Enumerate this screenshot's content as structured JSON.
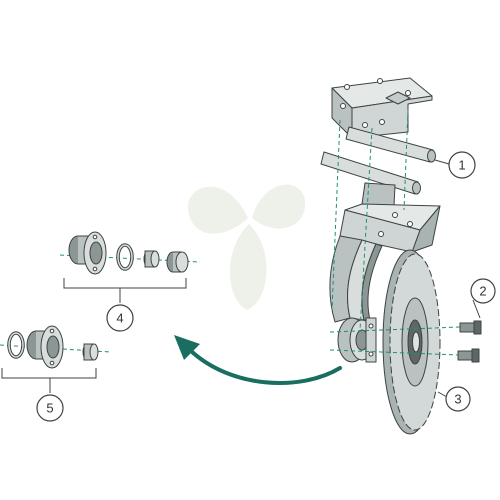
{
  "callouts": [
    {
      "id": "1",
      "label": "1"
    },
    {
      "id": "2",
      "label": "2"
    },
    {
      "id": "3",
      "label": "3"
    },
    {
      "id": "4",
      "label": "4"
    },
    {
      "id": "5",
      "label": "5"
    }
  ],
  "colors": {
    "part_fill": "#d9dedd",
    "part_mid": "#b9c2c0",
    "part_dark": "#8c9795",
    "outline": "#3c4443",
    "dashed_line": "#1f8f7a",
    "arrow": "#1a6e60",
    "watermark": "#eef1ea"
  },
  "icons": [
    "watermark-leaf-icon",
    "flow-arrow-icon"
  ]
}
